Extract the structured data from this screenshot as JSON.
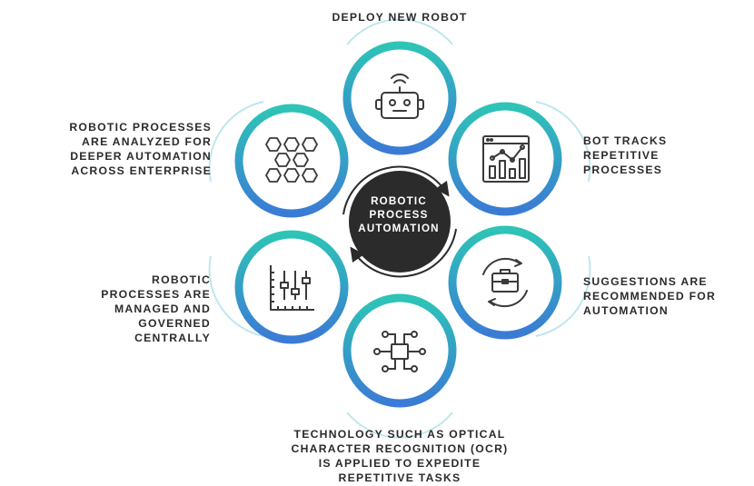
{
  "center": {
    "lines": [
      "ROBOTIC",
      "PROCESS",
      "AUTOMATION"
    ]
  },
  "steps": [
    {
      "id": "deploy",
      "icon": "robot-icon",
      "lines": [
        "DEPLOY NEW ROBOT"
      ]
    },
    {
      "id": "tracks",
      "icon": "chart-icon",
      "lines": [
        "BOT TRACKS",
        "REPETITIVE",
        "PROCESSES"
      ]
    },
    {
      "id": "suggest",
      "icon": "briefcase-icon",
      "lines": [
        "SUGGESTIONS ARE",
        "RECOMMENDED FOR",
        "AUTOMATION"
      ]
    },
    {
      "id": "ocr",
      "icon": "network-icon",
      "lines": [
        "TECHNOLOGY SUCH AS OPTICAL",
        "CHARACTER RECOGNITION (OCR)",
        "IS APPLIED TO EXPEDITE",
        "REPETITIVE TASKS"
      ]
    },
    {
      "id": "managed",
      "icon": "sliders-icon",
      "lines": [
        "ROBOTIC",
        "PROCESSES ARE",
        "MANAGED AND",
        "GOVERNED",
        "CENTRALLY"
      ]
    },
    {
      "id": "analyzed",
      "icon": "hexagons-icon",
      "lines": [
        "ROBOTIC PROCESSES",
        "ARE ANALYZED FOR",
        "DEEPER AUTOMATION",
        "ACROSS ENTERPRISE"
      ]
    }
  ],
  "colors": {
    "ring_teal": "#2ec4b6",
    "ring_blue": "#3a7bd5",
    "center_fill": "#2b2b2b",
    "icon_stroke": "#3a3a3a",
    "arc": "#bfe6ee"
  }
}
